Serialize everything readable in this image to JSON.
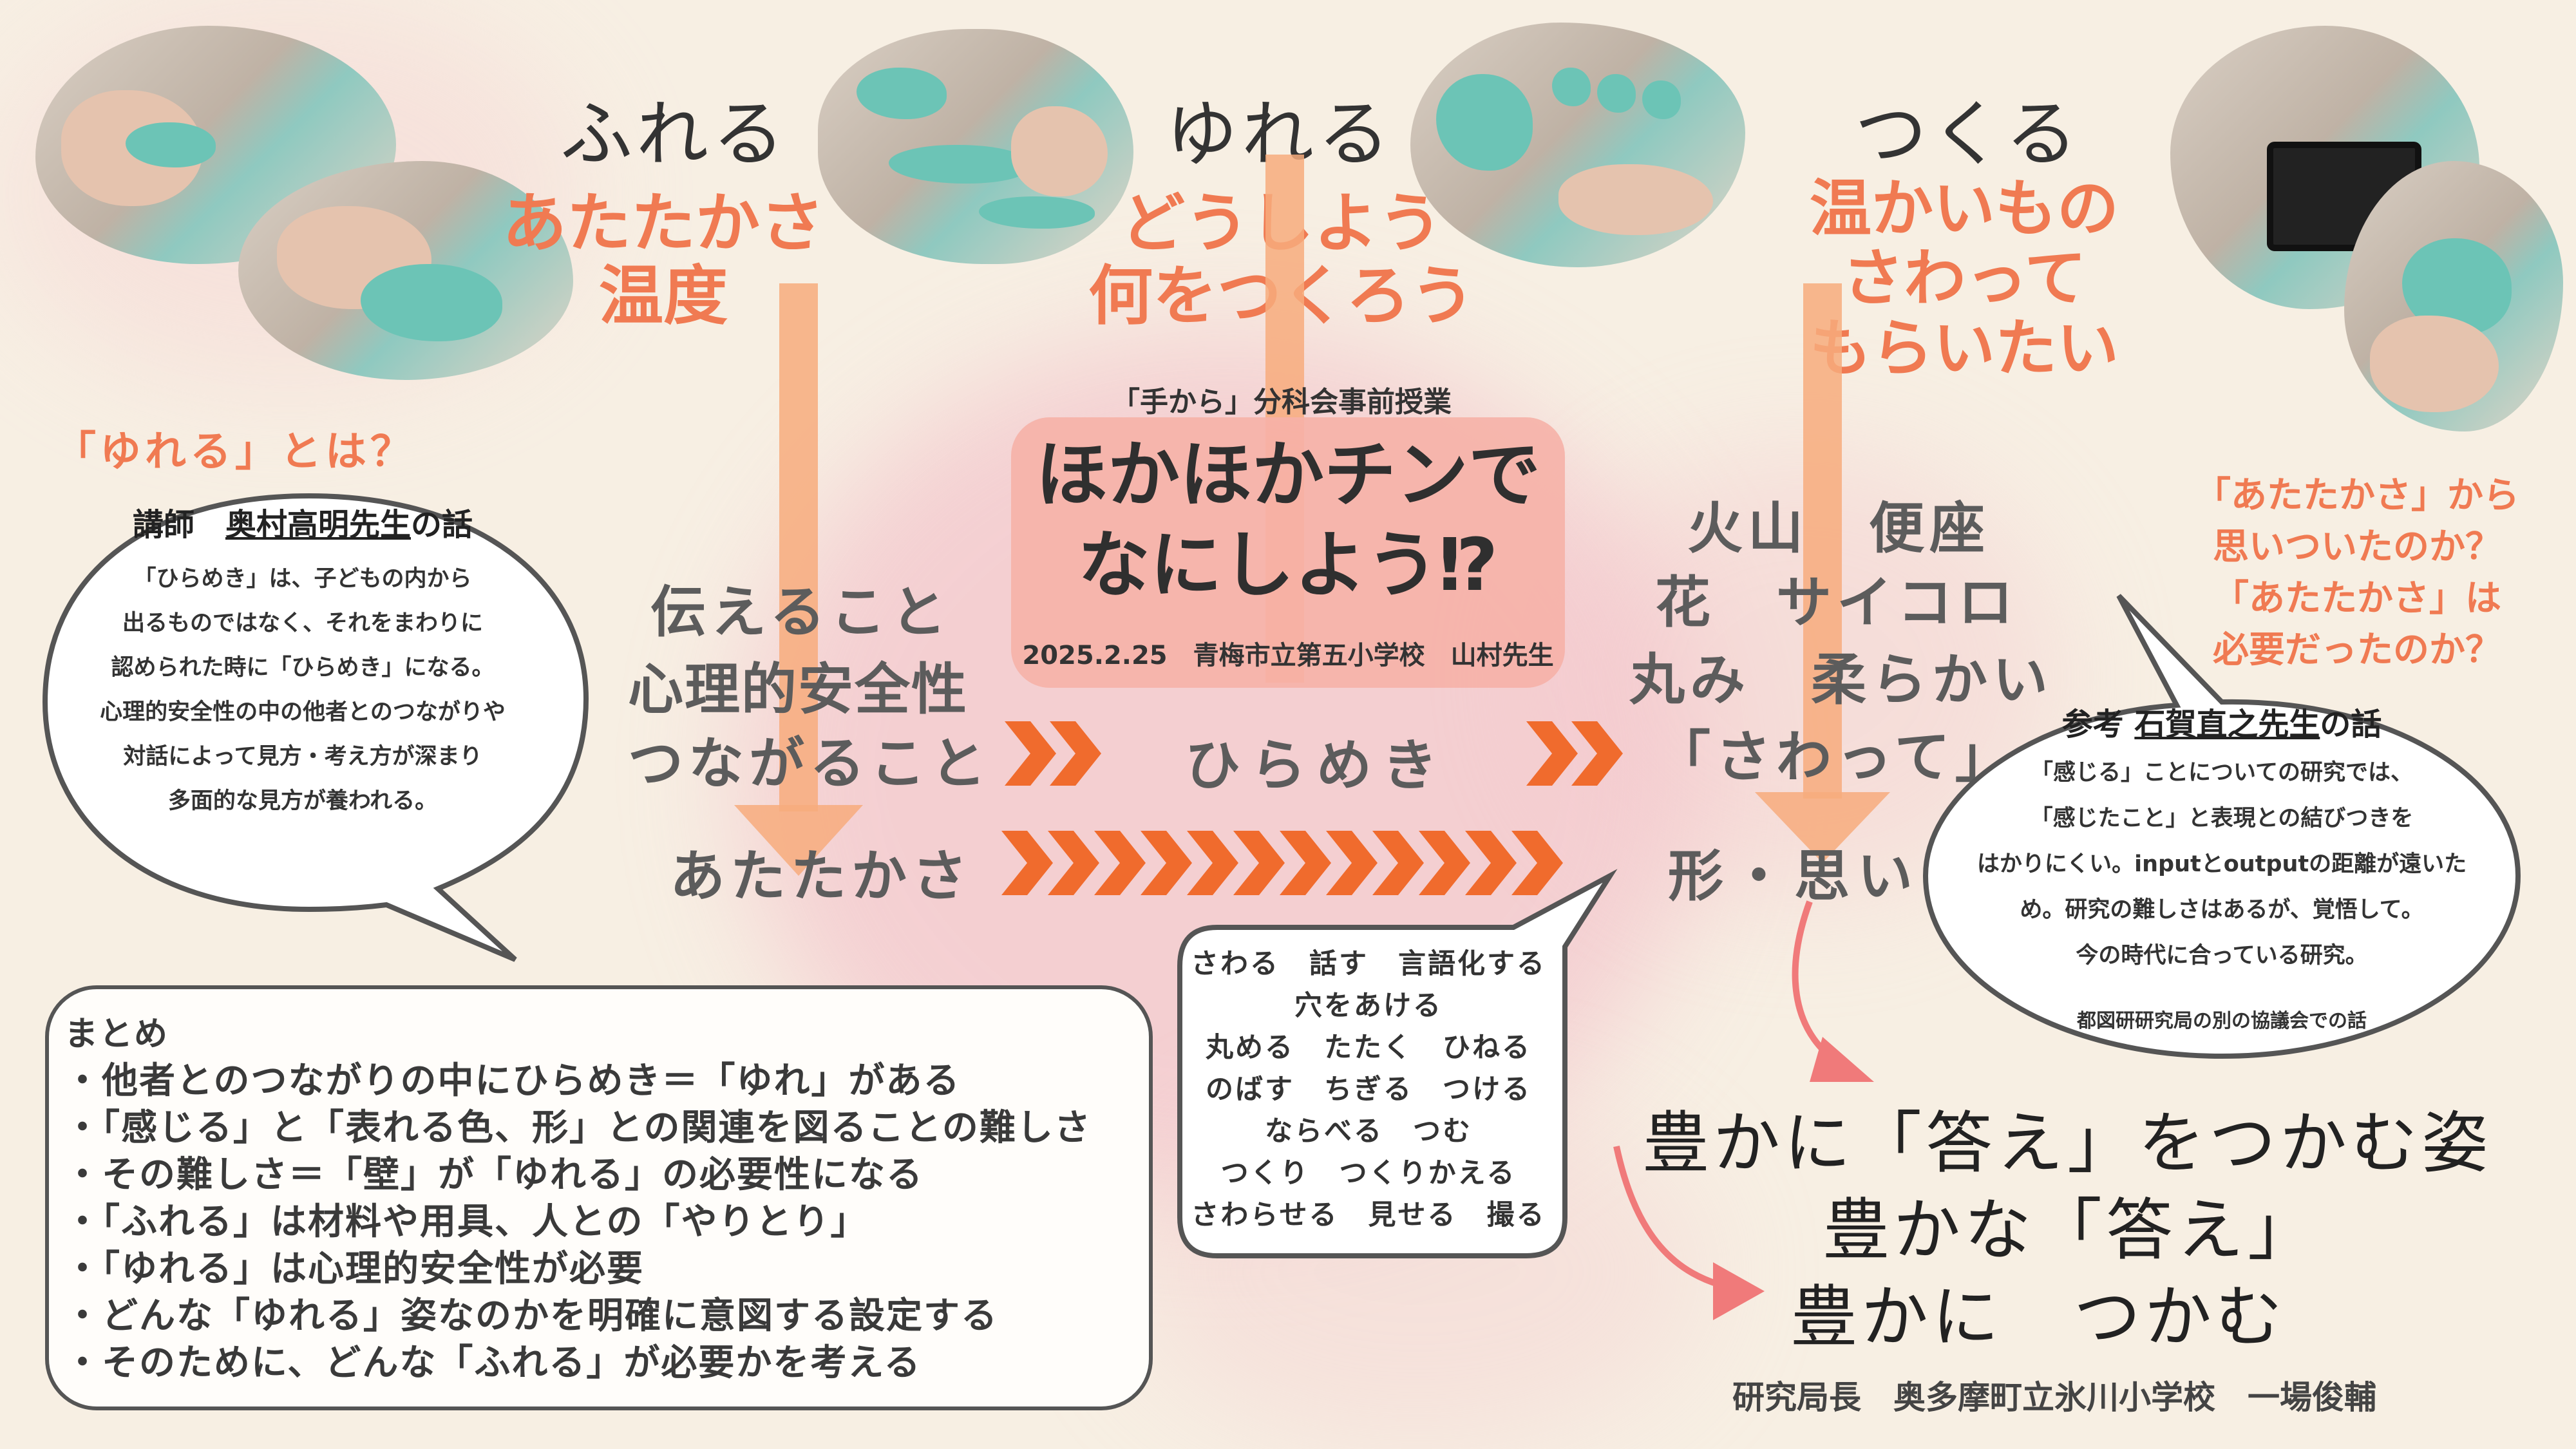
{
  "colors": {
    "accent": "#f07a52",
    "arrow": "#f7ab7c",
    "chevron": "#f06b2d",
    "bubble_border": "#555555"
  },
  "top": {
    "verbs": [
      "ふれる",
      "ゆれる",
      "つくる"
    ],
    "left_orange": [
      "あたたかさ",
      "温度"
    ],
    "center_orange": [
      "どうしよう",
      "何をつくろう"
    ],
    "right_orange": [
      "温かいもの",
      "さわって",
      "もらいたい"
    ]
  },
  "yureru_question": "「ゆれる」とは？",
  "speaker_left": {
    "prefix": "講師　",
    "name": "奥村高明先生",
    "suffix": "の話",
    "lines": [
      "「ひらめき」は、子どもの内から",
      "出るものではなく、それをまわりに",
      "認められた時に「ひらめき」になる。",
      "心理的安全性の中の他者とのつながりや",
      "対話によって見方・考え方が深まり",
      "多面的な見方が養われる。"
    ]
  },
  "title_block": {
    "subtitle": "「手から」分科会事前授業",
    "title_line1": "ほかほかチンで",
    "title_line2": "なにしよう⁉",
    "footer": "2025.2.25　青梅市立第五小学校　山村先生"
  },
  "middle": {
    "left_lines": [
      "伝えること",
      "心理的安全性",
      "つながること"
    ],
    "hirameki": "ひらめき",
    "right_lines": [
      "火山　便座",
      "花　サイコロ",
      "丸み　柔らかい",
      "「さわって」"
    ],
    "atatakasa": "あたたかさ",
    "katachi": "形・思い"
  },
  "right_question": [
    "「あたたかさ」から",
    "思いついたのか？",
    "「あたたかさ」は",
    "必要だったのか？"
  ],
  "speaker_right": {
    "prefix": "参考 ",
    "name": "石賀直之先生",
    "suffix": "の話",
    "lines": [
      "「感じる」ことについての研究では、",
      "「感じたこと」と表現との結びつきを",
      "はかりにくい。inputとoutputの距離が遠いた",
      "め。研究の難しさはあるが、覚悟して。",
      "今の時代に合っている研究。"
    ],
    "note": "都図研研究局の別の協議会での話"
  },
  "verbs_box": [
    "さわる　話す　言語化する",
    "穴をあける",
    "丸める　たたく　ひねる",
    "のばす　ちぎる　つける",
    "ならべる　つむ",
    "つくり　つくりかえる",
    "さわらせる　見せる　撮る"
  ],
  "answer_lines": [
    "豊かに「答え」をつかむ姿",
    "豊かな「答え」",
    "豊かに　つかむ"
  ],
  "summary": {
    "heading": "まとめ",
    "lines": [
      "・他者とのつながりの中にひらめき＝「ゆれ」がある",
      "・「感じる」と「表れる色、形」との関連を図ることの難しさ",
      "・その難しさ＝「壁」が「ゆれる」の必要性になる",
      "・「ふれる」は材料や用具、人との「やりとり」",
      "・「ゆれる」は心理的安全性が必要",
      "・どんな「ゆれる」姿なのかを明確に意図する設定する",
      "・そのために、どんな「ふれる」が必要かを考える"
    ]
  },
  "author": "研究局長　奥多摩町立氷川小学校　一場俊輔"
}
